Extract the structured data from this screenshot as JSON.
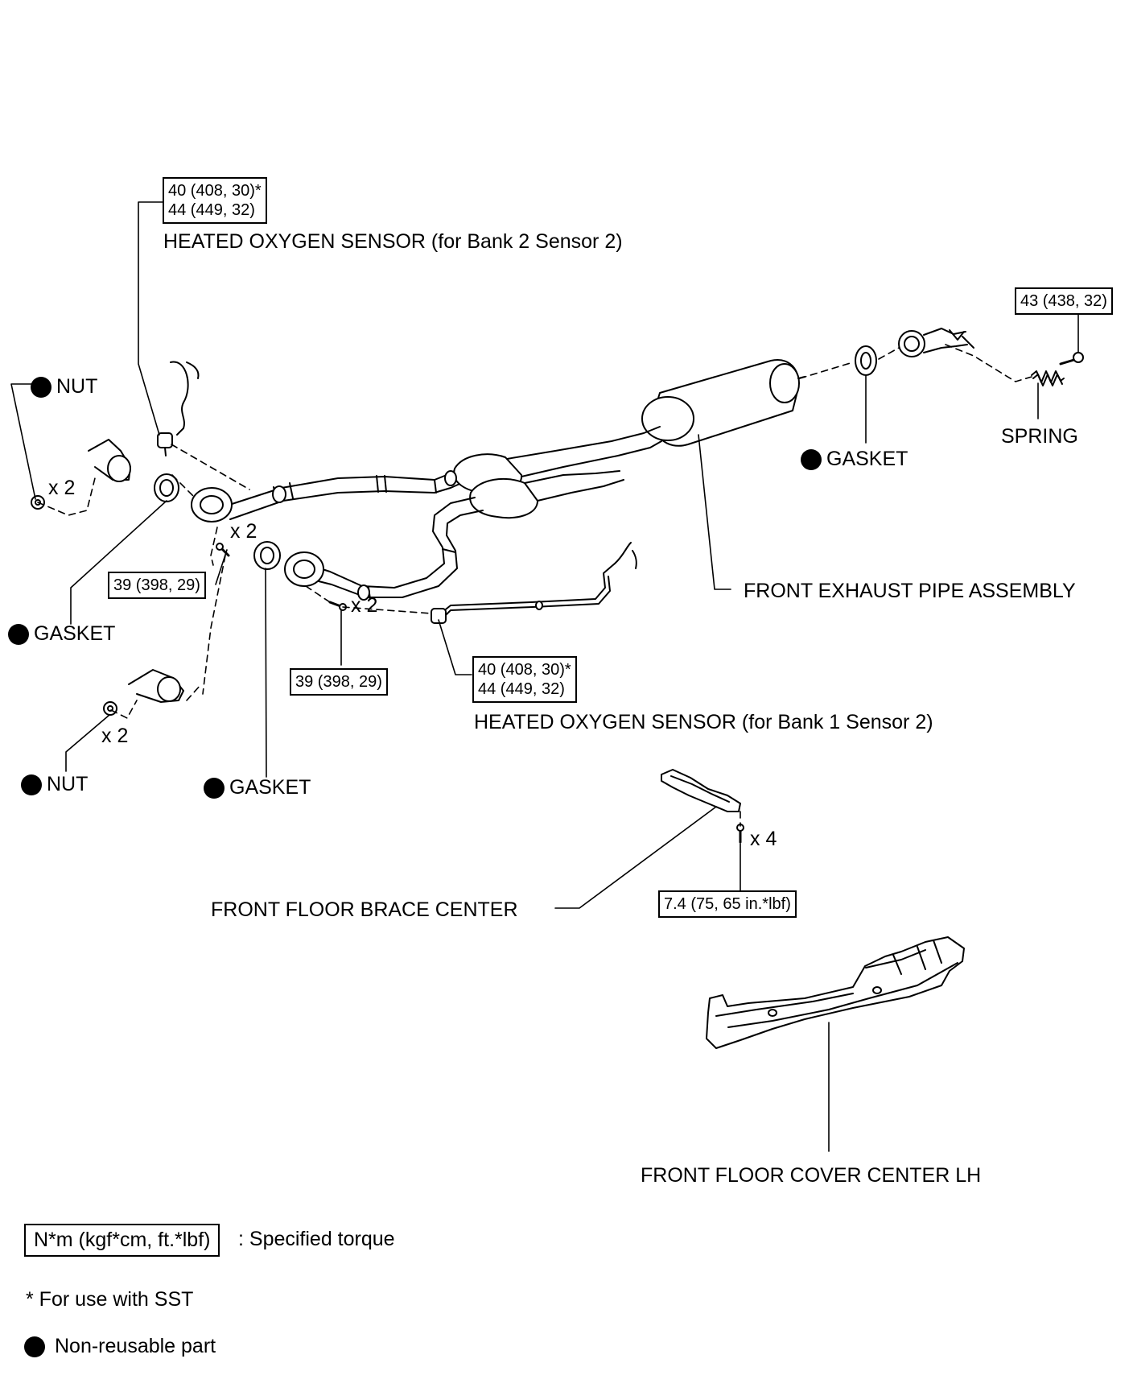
{
  "labels": {
    "o2_bank2": "HEATED OXYGEN SENSOR (for Bank 2 Sensor 2)",
    "o2_bank1": "HEATED OXYGEN SENSOR (for Bank 1 Sensor 2)",
    "nut_top": "NUT",
    "nut_bottom": "NUT",
    "gasket_left": "GASKET",
    "gasket_center": "GASKET",
    "gasket_right": "GASKET",
    "spring": "SPRING",
    "front_exhaust_pipe": "FRONT EXHAUST PIPE ASSEMBLY",
    "front_floor_brace": "FRONT FLOOR BRACE CENTER",
    "front_floor_cover": "FRONT FLOOR COVER CENTER LH"
  },
  "quantities": {
    "nut_top": "x 2",
    "bolt_left": "x 2",
    "bolt_center": "x 2",
    "nut_bottom": "x 2",
    "brace_bolts": "x 4"
  },
  "torques": {
    "o2_bank2": [
      "40 (408, 30)*",
      "44 (449, 32)"
    ],
    "o2_bank1": [
      "40 (408, 30)*",
      "44 (449, 32)"
    ],
    "spring_bolt": "43 (438, 32)",
    "flange_left": "39 (398, 29)",
    "flange_center": "39 (398, 29)",
    "brace": "7.4 (75, 65 in.*lbf)"
  },
  "legend": {
    "torque_unit": "N*m (kgf*cm, ft.*lbf)",
    "torque_desc": ": Specified torque",
    "sst_note": "* For use with SST",
    "non_reusable": "Non-reusable part"
  },
  "colors": {
    "ink": "#000000",
    "paper": "#ffffff"
  }
}
